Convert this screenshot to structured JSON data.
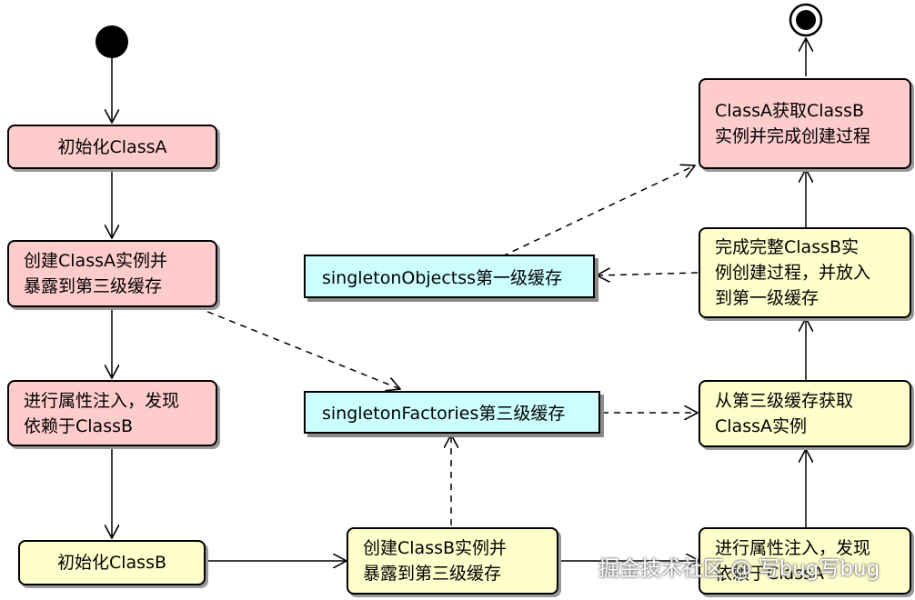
{
  "states": {
    "init_a": "初始化ClassA",
    "create_a": "创建ClassA实例并\n暴露到第三级缓存",
    "inject_a": "进行属性注入，发现\n依赖于ClassB",
    "init_b": "初始化ClassB",
    "create_b": "创建ClassB实例并\n暴露到第三级缓存",
    "inject_b": "进行属性注入，发现\n依赖于ClassA",
    "get_from_third": "从第三级缓存获取\nClassA实例",
    "complete_b": "完成完整ClassB实\n例创建过程，并放入\n到第一级缓存",
    "a_gets_b": "ClassA获取ClassB\n实例并完成创建过程"
  },
  "caches": {
    "first_level": "singletonObjectss第一级缓存",
    "third_level": "singletonFactories第三级缓存"
  },
  "watermark": "掘金技术社区 @ 写bug写bug",
  "colors": {
    "pink_state": "#ffcccc",
    "yellow_state": "#ffffcc",
    "cache_box": "#ccffff",
    "border": "#000000"
  }
}
